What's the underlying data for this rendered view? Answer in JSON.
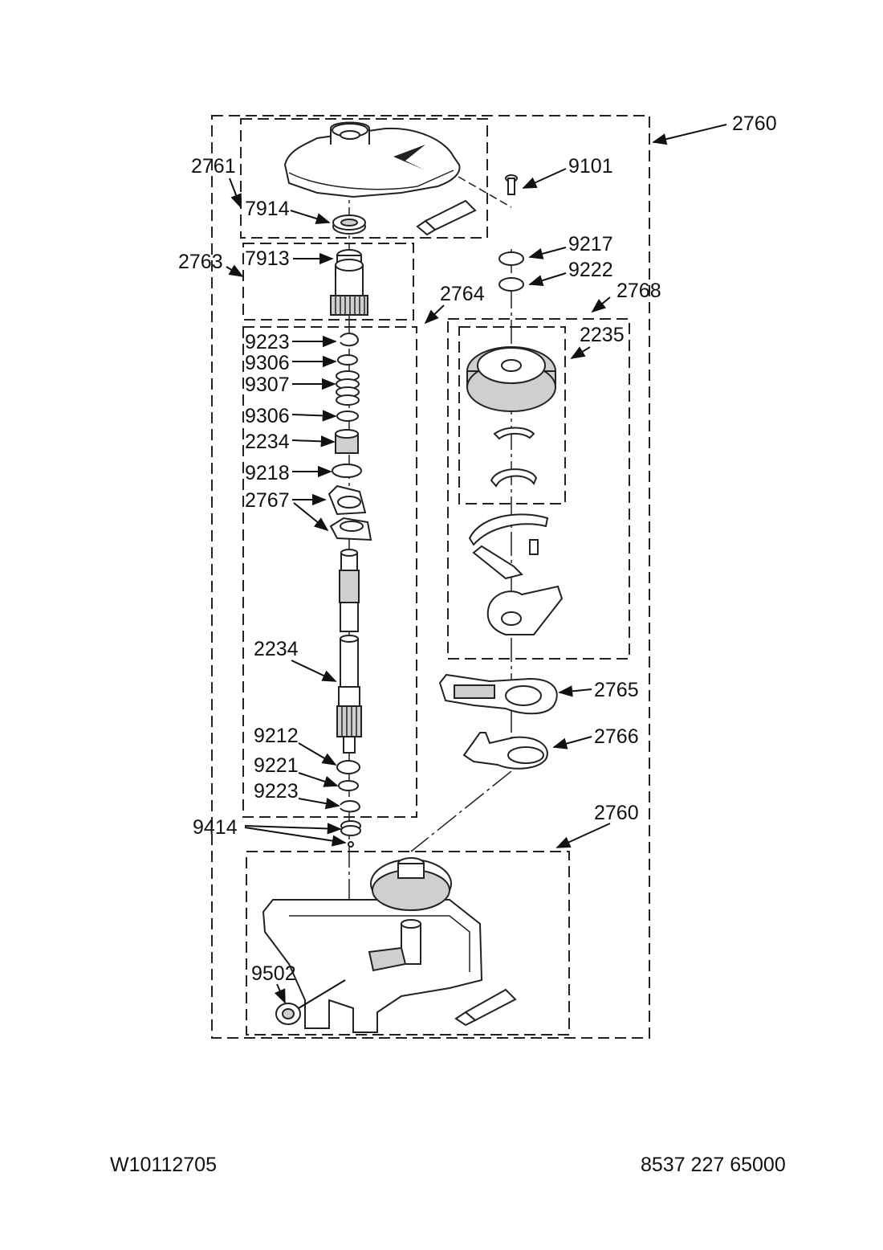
{
  "callouts": {
    "c2760_top": "2760",
    "c2761": "2761",
    "c9101": "9101",
    "c7914": "7914",
    "c9217": "9217",
    "c2763": "2763",
    "c7913": "7913",
    "c9222": "9222",
    "c2768": "2768",
    "c2764": "2764",
    "c2235": "2235",
    "c9223_a": "9223",
    "c9306_a": "9306",
    "c9307": "9307",
    "c9306_b": "9306",
    "c2234_a": "2234",
    "c9218": "9218",
    "c2767": "2767",
    "c2234_b": "2234",
    "c2765": "2765",
    "c2766": "2766",
    "c9212": "9212",
    "c9221": "9221",
    "c9223_b": "9223",
    "c2760_bottom": "2760",
    "c9414": "9414",
    "c9502": "9502"
  },
  "footer": {
    "left": "W10112705",
    "right": "8537 227 65000"
  }
}
